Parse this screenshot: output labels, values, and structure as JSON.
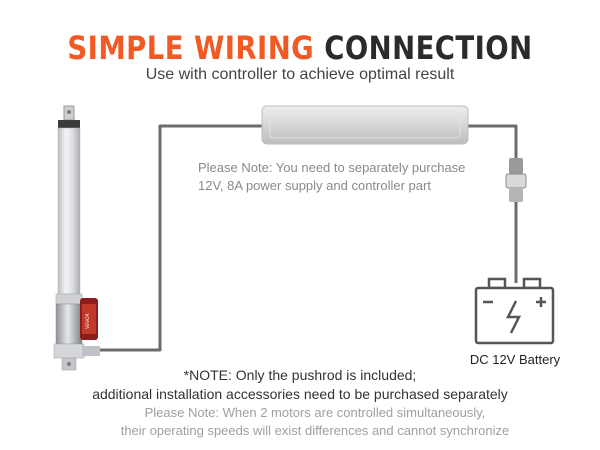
{
  "header": {
    "title_accent": "SIMPLE WIRING",
    "title_rest": "CONNECTION",
    "subtitle": "Use with controller to achieve optimal result"
  },
  "supply_note": {
    "line1": "Please Note: You need to separately purchase",
    "line2": "12V, 8A power supply and controller part"
  },
  "battery": {
    "label": "DC 12V Battery"
  },
  "actuator": {
    "brand": "VEVOR"
  },
  "pushrod_note": {
    "line1": "*NOTE: Only the pushrod is included;",
    "line2": "additional installation accessories need to be purchased separately"
  },
  "motor_note": {
    "line1": "Please Note: When 2 motors are controlled simultaneously,",
    "line2": "their operating speeds will exist differences and cannot synchronize"
  },
  "colors": {
    "accent": "#f15a24",
    "title_dark": "#2b2b2b",
    "wire": "#6b6b6b",
    "note_gray": "#8a8a8a"
  }
}
